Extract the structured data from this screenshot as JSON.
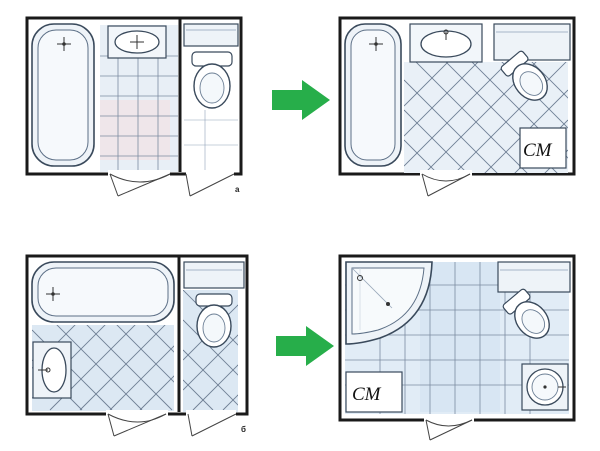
{
  "labels": {
    "top_left": "а",
    "bottom_left": "б"
  },
  "appliances": {
    "washer_top": "СМ",
    "washer_bottom": "СМ"
  },
  "colors": {
    "wall": "#1a1a1a",
    "tile_fill": "#e6eef6",
    "tile_line": "#6f7f94",
    "fixture_fill": "#eef3f8",
    "fixture_stroke": "#3a4a5c",
    "arrow": "#27ae4a",
    "accent_pink": "#f1c9c9"
  }
}
